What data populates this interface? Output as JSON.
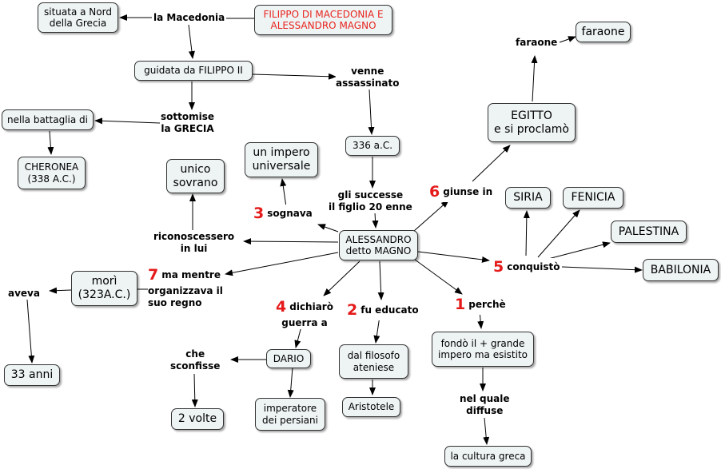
{
  "nodes": {
    "title": "FILIPPO DI MACEDONIA E\nALESSANDRO MAGNO",
    "situata": "situata a Nord\ndella Grecia",
    "guidata": "guidata da FILIPPO II",
    "battaglia": "nella battaglia di",
    "cheronea": "CHERONEA\n(338 A.C.)",
    "anno336": "336 a.C.",
    "impero": "un impero\nuniversale",
    "unico": "unico\nsovrano",
    "alessandro": "ALESSANDRO\ndetto MAGNO",
    "egitto": "EGITTO\ne si proclamò",
    "faraone": "faraone",
    "siria": "SIRIA",
    "fenicia": "FENICIA",
    "palestina": "PALESTINA",
    "babilonia": "BABILONIA",
    "mori": "morì\n(323A.C.)",
    "anni33": "33 anni",
    "dario": "DARIO",
    "volte2": "2 volte",
    "imperatore": "imperatore\ndei persiani",
    "filosofo": "dal filosofo\nateniese",
    "aristotele": "Aristotele",
    "fondo": "fondò il + grande\nimpero ma esistito",
    "cultura": "la cultura greca"
  },
  "labels": {
    "macedonia": "la Macedonia",
    "venne": "venne\nassassinato",
    "sottomise": "sottomise\nla GRECIA",
    "successe": "gli successe\nil figlio 20 enne",
    "sognava": "sognava",
    "sognava_num": "3",
    "riconoscessero": "riconoscessero\nin lui",
    "giunse": "giunse in",
    "giunse_num": "6",
    "faraone_lbl": "faraone",
    "conquisto": "conquistò",
    "conquisto_num": "5",
    "mentre": "ma mentre\norganizzava il\nsuo regno",
    "mentre_num": "7",
    "aveva": "aveva",
    "dichiaro": "dichiarò\nguerra a",
    "dichiaro_num": "4",
    "educato": "fu educato",
    "educato_num": "2",
    "perche": "perchè",
    "perche_num": "1",
    "sconfisse": "che\nsconfisse",
    "diffuse": "nel quale\ndiffuse"
  },
  "colors": {
    "node_fill": "#eef3f4",
    "title_text": "#e8251f",
    "number_red": "#e51a1a",
    "line": "#000000"
  }
}
